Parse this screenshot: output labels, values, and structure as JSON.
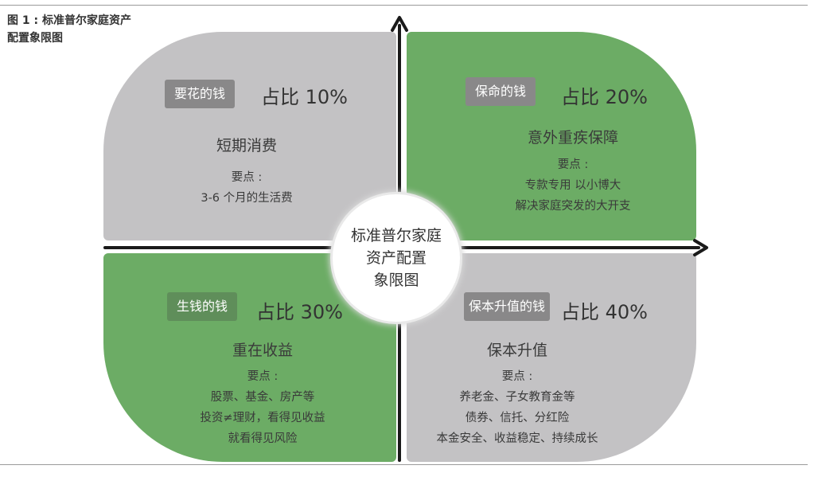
{
  "caption": {
    "line1": "图 1 : 标准普尔家庭资产",
    "line2": "配置象限图"
  },
  "center": {
    "line1": "标准普尔家庭",
    "line2": "资产配置",
    "line3": "象限图"
  },
  "quadrants": [
    {
      "tag": "要花的钱",
      "ratio": "占比 10%",
      "title": "短期消费",
      "points": [
        "要点 :",
        "3-6 个月的生活费"
      ]
    },
    {
      "tag": "保命的钱",
      "ratio": "占比 20%",
      "title": "意外重疾保障",
      "points": [
        "要点 :",
        "专款专用 以小博大",
        "解决家庭突发的大开支"
      ]
    },
    {
      "tag": "生钱的钱",
      "ratio": "占比 30%",
      "title": "重在收益",
      "points": [
        "要点 :",
        "股票、基金、房产等",
        "投资≠理财，看得见收益",
        "就看得见风险"
      ]
    },
    {
      "tag": "保本升值的钱",
      "ratio": "占比 40%",
      "title": "保本升值",
      "points": [
        "要点 :",
        "养老金、子女教育金等",
        "债券、信托、分红险",
        "本金安全、收益稳定、持续成长"
      ]
    }
  ],
  "colors": {
    "gray_quadrant": "#c3c2c4",
    "green_quadrant": "#6cac65",
    "gray_tag": "#898889",
    "green_tag": "#5f8e5a",
    "axis": "#1a1a1a"
  }
}
